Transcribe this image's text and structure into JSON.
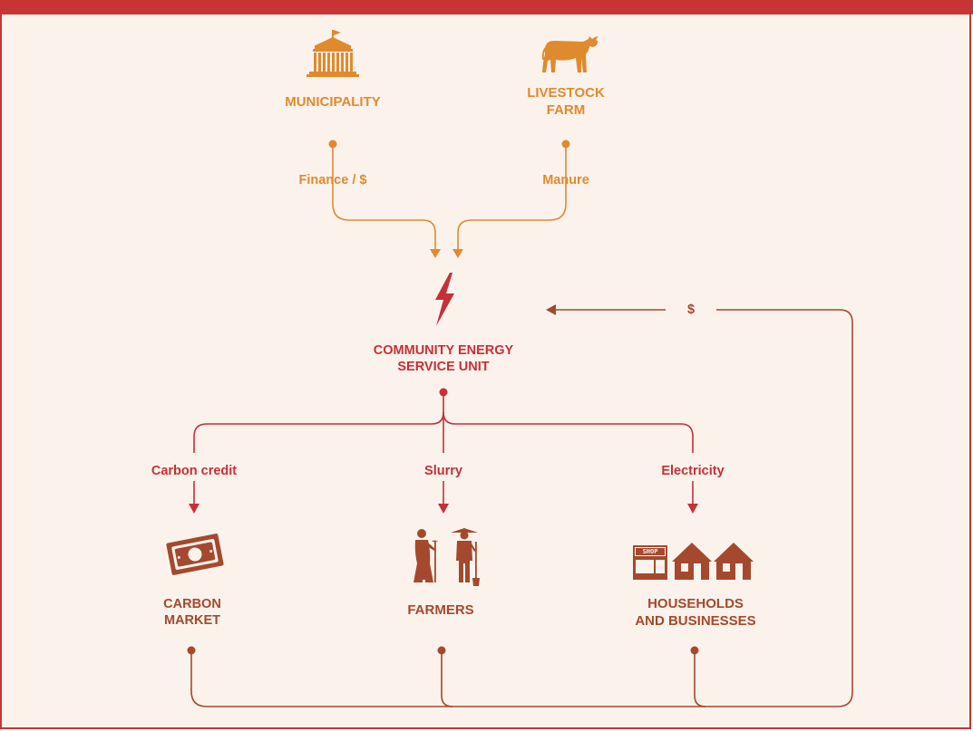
{
  "colors": {
    "orange": "#e08a2e",
    "red": "#c63037",
    "brown": "#a4492e",
    "background": "#fbf2ec",
    "border": "#c83434"
  },
  "nodes": {
    "municipality": {
      "label": "MUNICIPALITY",
      "icon": "building-icon"
    },
    "livestock_farm": {
      "label": "LIVESTOCK\nFARM",
      "icon": "cow-icon"
    },
    "energy_unit": {
      "label": "COMMUNITY ENERGY\nSERVICE UNIT",
      "icon": "lightning-icon"
    },
    "carbon_market": {
      "label": "CARBON\nMARKET",
      "icon": "banknote-icon"
    },
    "farmers": {
      "label": "FARMERS",
      "icon": "farmers-icon"
    },
    "households": {
      "label": "HOUSEHOLDS\nAND BUSINESSES",
      "icon": "shop-houses-icon"
    }
  },
  "flows": {
    "finance": "Finance / $",
    "manure": "Manure",
    "carbon_credit": "Carbon credit",
    "slurry": "Slurry",
    "electricity": "Electricity",
    "payment": "$"
  }
}
